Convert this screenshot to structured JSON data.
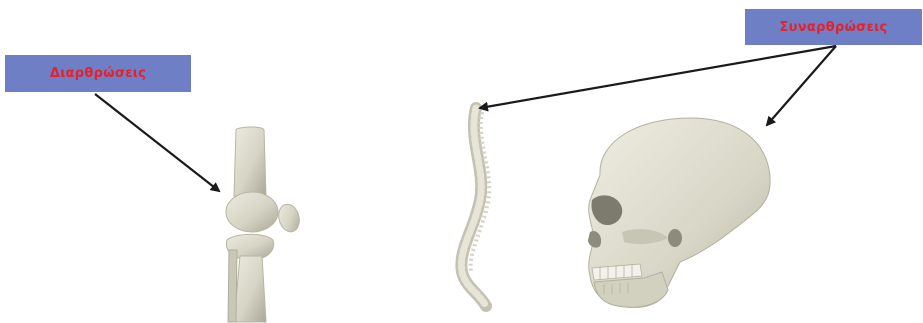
{
  "labels": {
    "left": "Διαρθρώσεις",
    "right": "Συναρθρώσεις"
  },
  "colors": {
    "label_background": "#6f7fc6",
    "label_text": "#e8202a",
    "arrow": "#1a1a1a",
    "bone": "#d8d6c6",
    "bone_shadow": "#a9a796"
  },
  "illustrations": [
    "knee-joint",
    "spine",
    "skull"
  ]
}
